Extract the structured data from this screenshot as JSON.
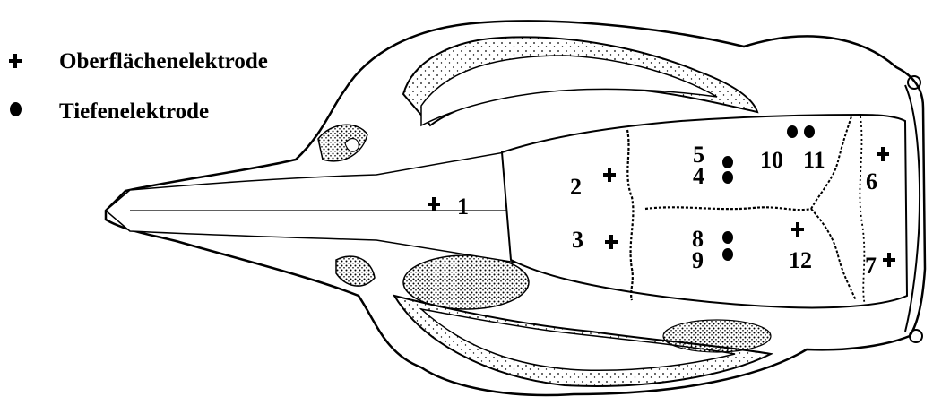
{
  "legend": {
    "surface": {
      "symbol": "plus",
      "label": "Oberflächenelektrode"
    },
    "depth": {
      "symbol": "dot",
      "label": "Tiefenelektrode"
    }
  },
  "electrodes": [
    {
      "number": "1",
      "type": "surface"
    },
    {
      "number": "2",
      "type": "surface"
    },
    {
      "number": "3",
      "type": "surface"
    },
    {
      "number": "4",
      "type": "depth"
    },
    {
      "number": "5",
      "type": "depth"
    },
    {
      "number": "6",
      "type": "surface"
    },
    {
      "number": "7",
      "type": "surface"
    },
    {
      "number": "8",
      "type": "depth"
    },
    {
      "number": "9",
      "type": "depth"
    },
    {
      "number": "10",
      "type": "depth"
    },
    {
      "number": "11",
      "type": "depth"
    },
    {
      "number": "12",
      "type": "surface"
    }
  ],
  "colors": {
    "ink": "#000000",
    "background": "#ffffff"
  }
}
